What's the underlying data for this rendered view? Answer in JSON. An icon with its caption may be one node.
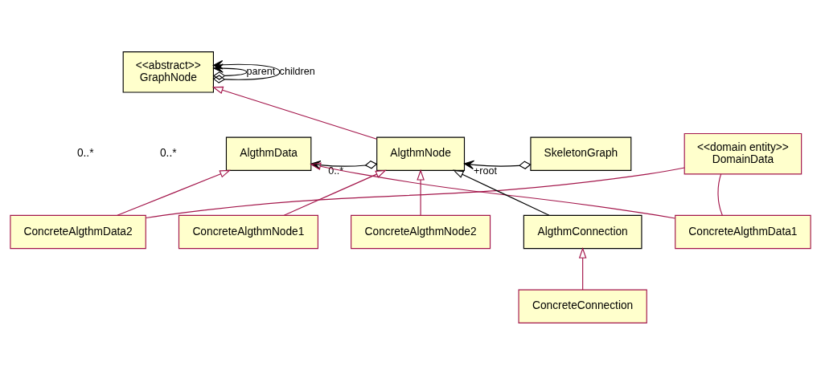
{
  "diagram": {
    "nodes": [
      {
        "text": [
          "<<abstract>>",
          "GraphNode"
        ]
      },
      {
        "text": [
          "AlgthmData"
        ]
      },
      {
        "text": [
          "AlgthmNode"
        ]
      },
      {
        "text": [
          "SkeletonGraph"
        ]
      },
      {
        "text": [
          "ConcreteAlgthmData1"
        ]
      },
      {
        "text": [
          "ConcreteAlgthmData2"
        ]
      },
      {
        "text": [
          "ConcreteAlgthmNode1"
        ]
      },
      {
        "text": [
          "ConcreteAlgthmNode2"
        ]
      },
      {
        "text": [
          "AlgthmConnection"
        ]
      },
      {
        "text": [
          "<<domain entity>>",
          "DomainData"
        ]
      },
      {
        "text": [
          "ConcreteConnection"
        ]
      }
    ],
    "edges": [
      {
        "from": 0,
        "to": 0,
        "arrow": "to",
        "label": "parent",
        "color": "#000000"
      },
      {
        "from": 0,
        "to": 0,
        "arrow": "to",
        "label": "children",
        "color": "#000000"
      },
      {
        "from": 2,
        "to": 0,
        "arrow": "to"
      },
      {
        "from": 2,
        "to": 1,
        "arrow": "to",
        "label": "0..*",
        "color": "#000000"
      },
      {
        "from": 3,
        "to": 2,
        "arrow": "to",
        "label": "+root",
        "color": "#000000"
      },
      {
        "from": 4,
        "to": 1,
        "arrow": "to"
      },
      {
        "from": 5,
        "to": 1,
        "arrow": "to"
      },
      {
        "from": 6,
        "to": 2,
        "arrow": "to"
      },
      {
        "from": 7,
        "to": 2,
        "arrow": "to"
      },
      {
        "from": 8,
        "to": 2,
        "arrow": "to",
        "color": "#000000"
      },
      {
        "from": 10,
        "to": 8,
        "arrow": "to"
      },
      {
        "from": 4,
        "to": 9,
        "arrow": "none"
      },
      {
        "from": 5,
        "to": 9,
        "arrow": "none"
      }
    ],
    "labels": [
      "0..*",
      "0..*"
    ]
  }
}
